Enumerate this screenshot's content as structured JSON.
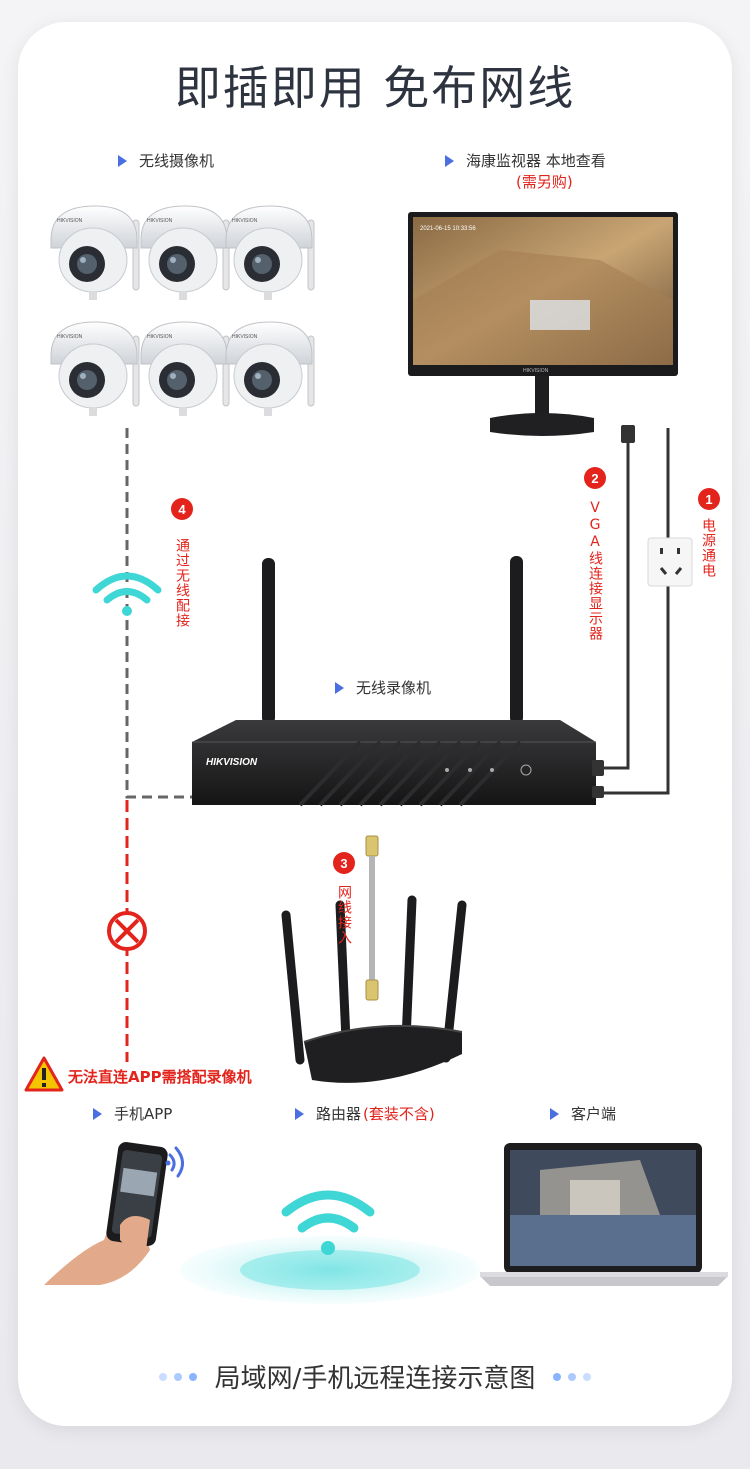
{
  "title": "即插即用 免布网线",
  "labels": {
    "cameras": "无线摄像机",
    "monitor": "海康监视器 本地查看",
    "monitor_note": "(需另购)",
    "nvr": "无线录像机",
    "phone": "手机APP",
    "router": "路由器",
    "router_note": "(套装不含)",
    "client": "客户端"
  },
  "steps": [
    {
      "num": "1",
      "text": "电源通电"
    },
    {
      "num": "2",
      "text": "VGA线连接显示器"
    },
    {
      "num": "3",
      "text": "网线接入"
    },
    {
      "num": "4",
      "text": "通过无线配接"
    }
  ],
  "warning": "无法直连APP需搭配录像机",
  "brand": "HIKVISION",
  "footer": "局域网/手机远程连接示意图",
  "colors": {
    "accent_red": "#e3241c",
    "accent_blue": "#4a6fe0",
    "wifi": "#3fd6d6"
  },
  "icons": [
    "camera-icon",
    "monitor-icon",
    "power-outlet-icon",
    "nvr-icon",
    "router-icon",
    "ethernet-cable-icon",
    "wifi-icon",
    "no-connection-icon",
    "warning-icon",
    "phone-icon",
    "laptop-icon"
  ]
}
